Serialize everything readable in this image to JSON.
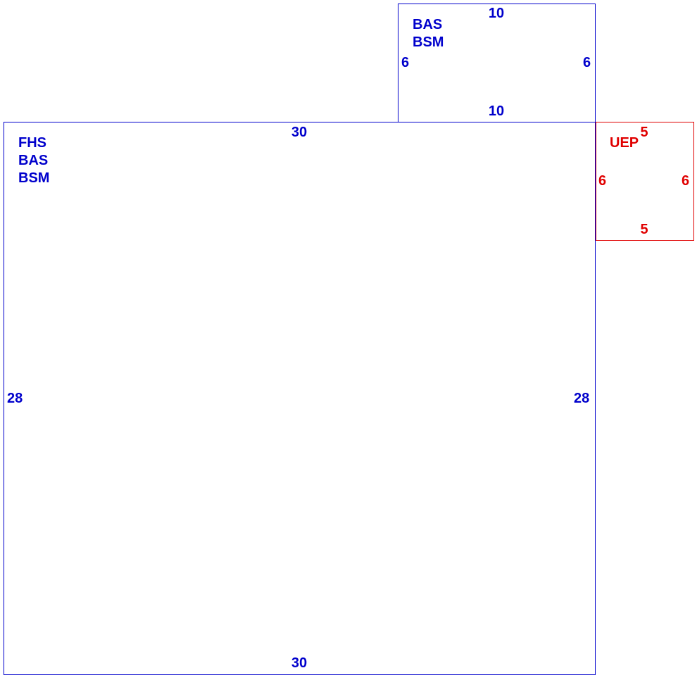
{
  "colors": {
    "primary": "#0000cc",
    "secondary": "#e00000",
    "background": "#ffffff"
  },
  "areas": {
    "main": {
      "codes": [
        "FHS",
        "BAS",
        "BSM"
      ],
      "top": "30",
      "bottom": "30",
      "left": "28",
      "right": "28"
    },
    "upper": {
      "codes": [
        "BAS",
        "BSM"
      ],
      "top": "10",
      "bottom": "10",
      "left": "6",
      "right": "6"
    },
    "side": {
      "codes": [
        "UEP"
      ],
      "top": "5",
      "bottom": "5",
      "left": "6",
      "right": "6"
    }
  }
}
